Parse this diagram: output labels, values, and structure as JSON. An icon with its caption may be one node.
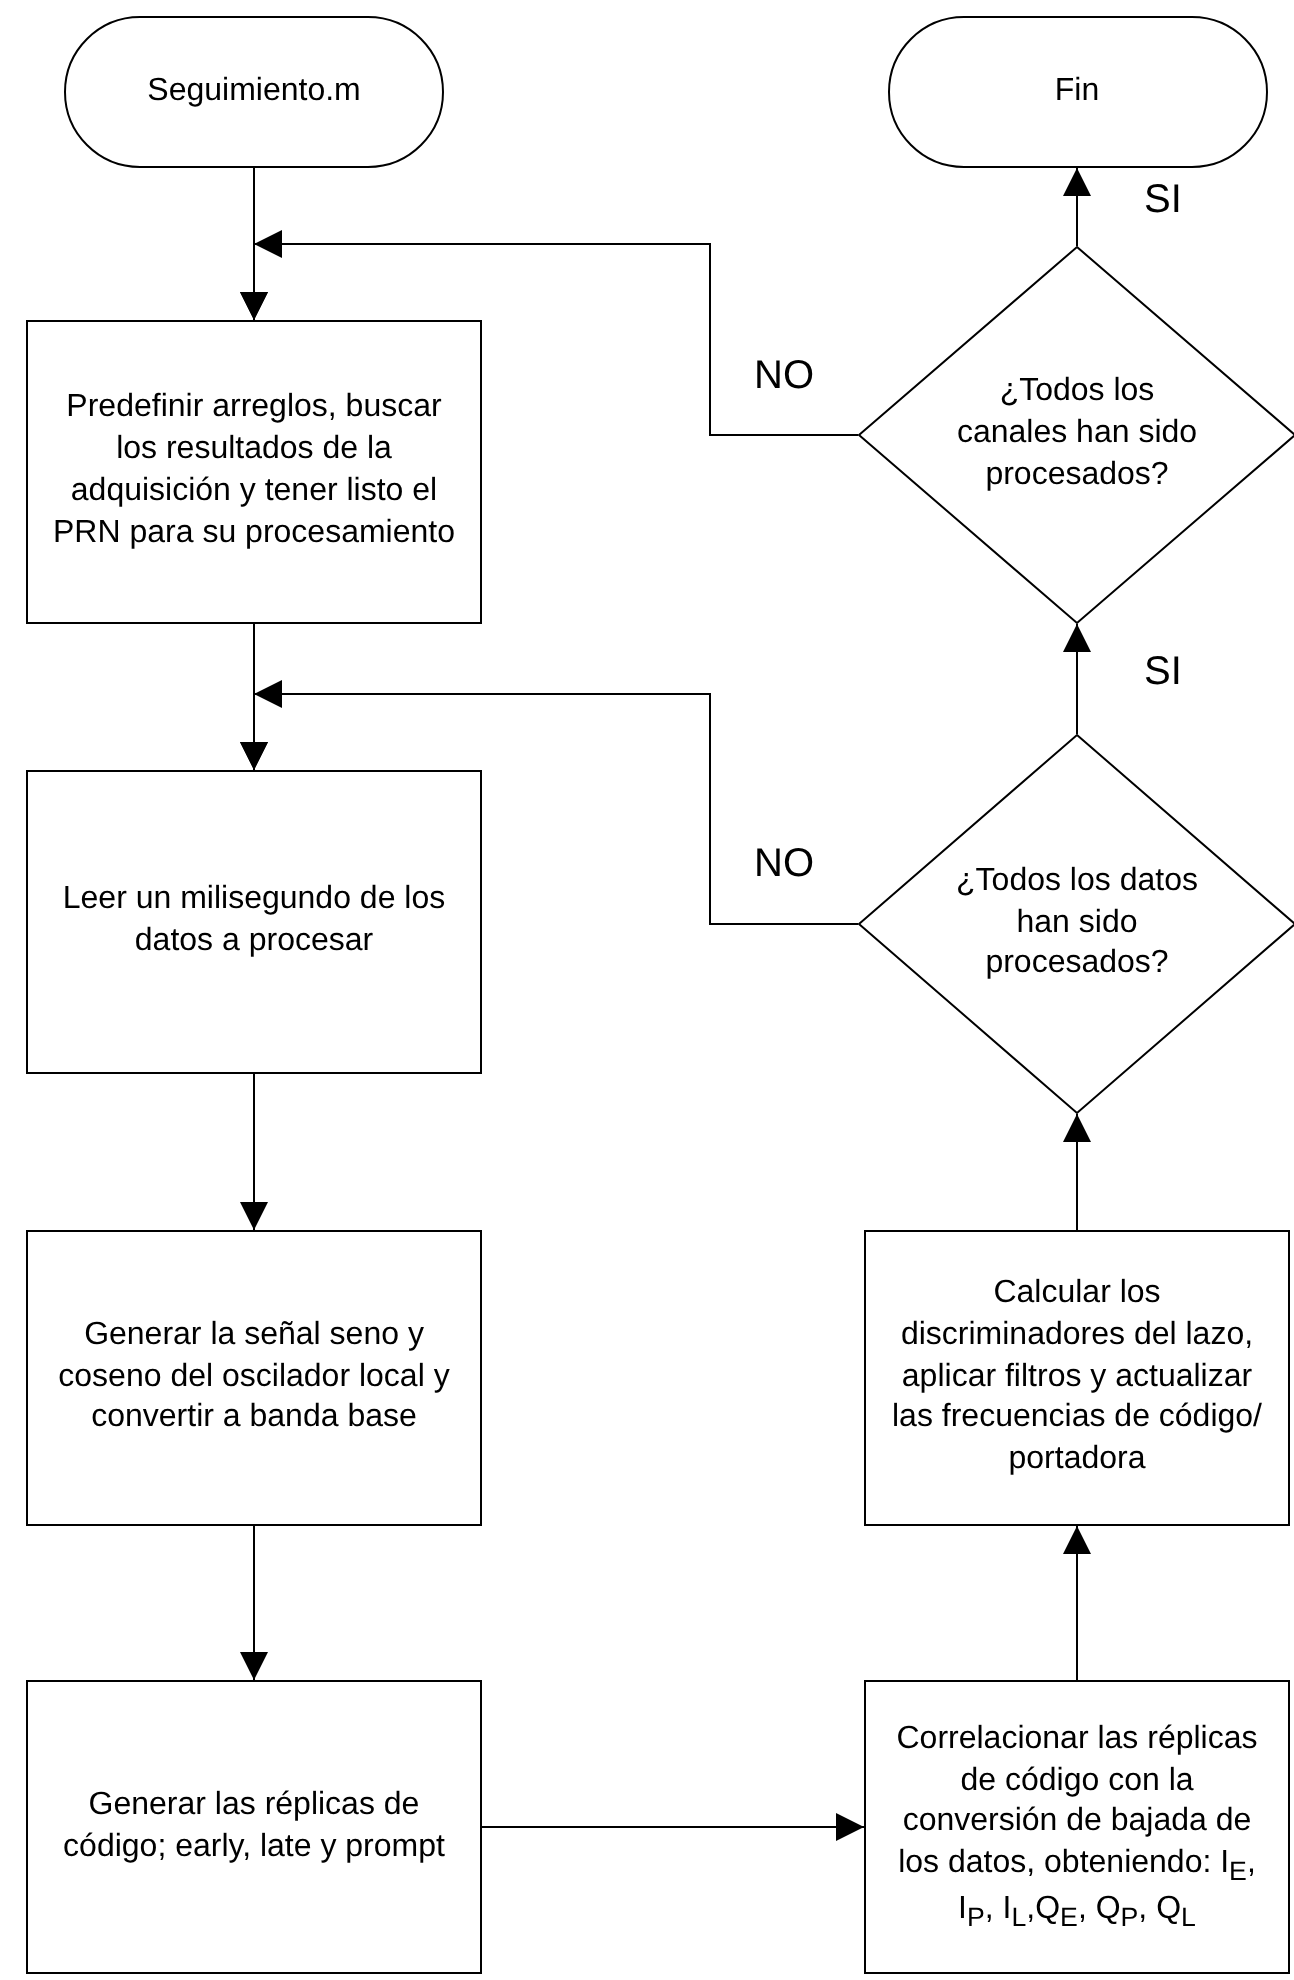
{
  "diagram": {
    "nodes": [
      {
        "text": [
          "Seguimiento.m"
        ]
      },
      {
        "text": [
          "Predefinir arreglos, buscar los resultados de la adquisición y tener listo el PRN para su procesamiento"
        ]
      },
      {
        "text": [
          "Leer un milisegundo de los datos a procesar"
        ]
      },
      {
        "text": [
          "Generar la señal seno y coseno del oscilador local y convertir a banda base"
        ]
      },
      {
        "text": [
          "Generar las réplicas de código; early, late y prompt"
        ]
      },
      {
        "text": [
          "Correlacionar las réplicas de código con la conversión de bajada de los datos, obteniendo: I$_{E}$, I$_{P}$, I$_{L}$,Q$_{E}$, Q$_{P}$, Q$_{L}$"
        ]
      },
      {
        "text": [
          "Calcular los discriminadores del lazo, aplicar filtros y actualizar las frecuencias de código/ portadora"
        ]
      },
      {
        "text": [
          "¿Todos los datos han sido procesados?"
        ]
      },
      {
        "text": [
          "¿Todos los canales han sido procesados?"
        ]
      },
      {
        "text": [
          "Fin"
        ]
      }
    ],
    "edges": [
      {
        "from": 0,
        "to": 1,
        "arrow": "to"
      },
      {
        "from": 8,
        "to": 1,
        "arrow": "to",
        "label": "NO"
      },
      {
        "from": 1,
        "to": 2,
        "arrow": "to"
      },
      {
        "from": 7,
        "to": 2,
        "arrow": "to",
        "label": "NO"
      },
      {
        "from": 2,
        "to": 3,
        "arrow": "to"
      },
      {
        "from": 3,
        "to": 4,
        "arrow": "to"
      },
      {
        "from": 4,
        "to": 5,
        "arrow": "to"
      },
      {
        "from": 5,
        "to": 6,
        "arrow": "to"
      },
      {
        "from": 6,
        "to": 7,
        "arrow": "to"
      },
      {
        "from": 7,
        "to": 8,
        "arrow": "to",
        "label": "SI"
      },
      {
        "from": 8,
        "to": 9,
        "arrow": "to",
        "label": "SI"
      }
    ]
  }
}
